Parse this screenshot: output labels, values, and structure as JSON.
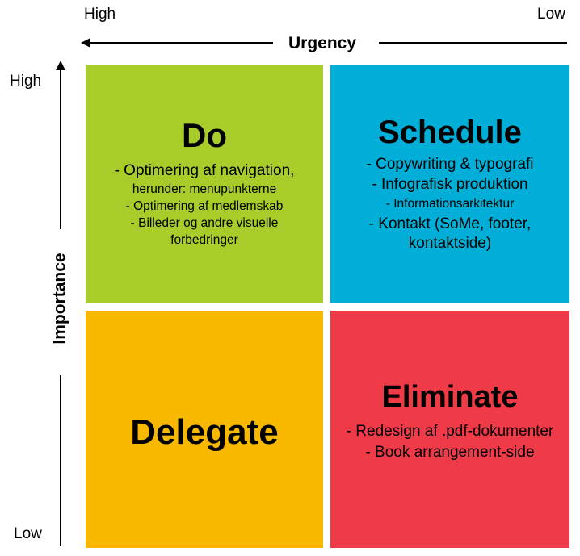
{
  "urgency": {
    "title": "Urgency",
    "high": "High",
    "low": "Low"
  },
  "importance": {
    "title": "Importance",
    "high": "High",
    "low": "Low"
  },
  "colors": {
    "do": "#a8cd2a",
    "schedule": "#00aed8",
    "delegate": "#f8b800",
    "eliminate": "#ef3a47"
  },
  "quadrants": {
    "do": {
      "title": "Do",
      "items": [
        "- Optimering af navigation,",
        "herunder: menupunkterne",
        "- Optimering af medlemskab",
        "- Billeder og andre visuelle",
        "forbedringer"
      ]
    },
    "schedule": {
      "title": "Schedule",
      "items": [
        "- Copywriting & typografi",
        "- Infografisk produktion",
        "- Informationsarkitektur",
        "- Kontakt (SoMe, footer,",
        "kontaktside)"
      ]
    },
    "delegate": {
      "title": "Delegate"
    },
    "eliminate": {
      "title": "Eliminate",
      "items": [
        "- Redesign af .pdf-dokumenter",
        "- Book arrangement-side"
      ]
    }
  }
}
